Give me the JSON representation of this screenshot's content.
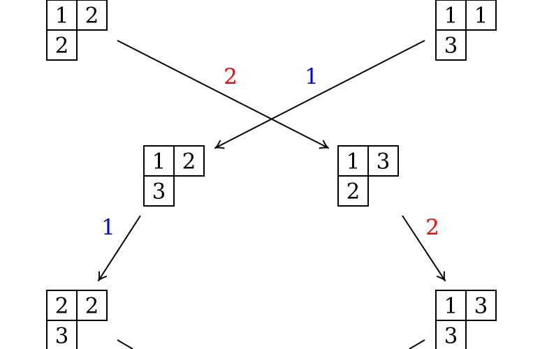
{
  "colors": {
    "label_1": "#0000ff",
    "label_2": "#ff0000",
    "ink": "#000000"
  },
  "tableaux": [
    {
      "id": "t-top-left",
      "rows": [
        [
          "1",
          "2"
        ],
        [
          "2"
        ]
      ]
    },
    {
      "id": "t-top-right",
      "rows": [
        [
          "1",
          "1"
        ],
        [
          "3"
        ]
      ]
    },
    {
      "id": "t-mid-left",
      "rows": [
        [
          "1",
          "2"
        ],
        [
          "3"
        ]
      ]
    },
    {
      "id": "t-mid-right",
      "rows": [
        [
          "1",
          "3"
        ],
        [
          "2"
        ]
      ]
    },
    {
      "id": "t-bottom-left",
      "rows": [
        [
          "2",
          "2"
        ],
        [
          "3"
        ]
      ]
    },
    {
      "id": "t-bottom-right",
      "rows": [
        [
          "1",
          "3"
        ],
        [
          "3"
        ]
      ]
    }
  ],
  "edges": [
    {
      "from": "t-top-left",
      "to": "t-mid-right",
      "label": "2",
      "color": "label_2"
    },
    {
      "from": "t-top-right",
      "to": "t-mid-left",
      "label": "1",
      "color": "label_1"
    },
    {
      "from": "t-mid-left",
      "to": "t-bottom-left",
      "label": "1",
      "color": "label_1"
    },
    {
      "from": "t-mid-right",
      "to": "t-bottom-right",
      "label": "2",
      "color": "label_2"
    },
    {
      "from": "t-bottom-left",
      "to": "",
      "label": "",
      "color": ""
    },
    {
      "from": "t-bottom-right",
      "to": "",
      "label": "",
      "color": ""
    }
  ]
}
